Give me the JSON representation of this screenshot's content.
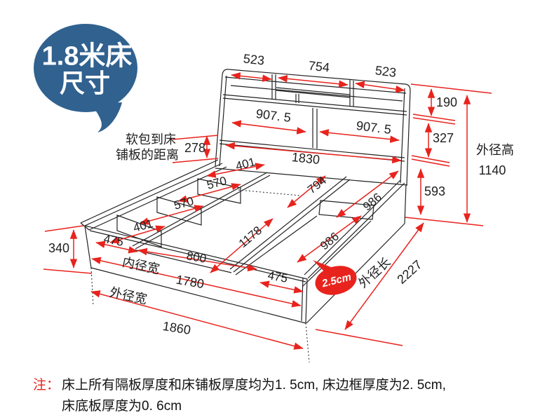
{
  "bubble": {
    "title": "1.8米床",
    "subtitle": "尺寸"
  },
  "diagram": {
    "headboard": {
      "shelf_top_left": "523",
      "shelf_top_mid": "754",
      "shelf_top_right": "523",
      "shelf_mid_left": "907. 5",
      "shelf_mid_right": "907. 5",
      "overall_width": "1830",
      "height_top": "190",
      "height_mid": "327",
      "height_bottom": "593",
      "outer_height_label": "外径高",
      "outer_height": "1140",
      "softpack_line1": "软包到床",
      "softpack_line2": "铺板的距离",
      "softpack_dist": "278"
    },
    "base": {
      "left_row": [
        "401",
        "570",
        "570",
        "401"
      ],
      "front_row": [
        "475",
        "800",
        "475"
      ],
      "mid_width": "1178",
      "head_width": "794",
      "right_len_upper": "986",
      "right_len_lower": "986",
      "inner_width_label": "内径宽",
      "inner_width": "1780",
      "outer_width_label": "外径宽",
      "outer_width": "1860",
      "outer_length_label": "外径长",
      "outer_length": "2227",
      "side_height": "340",
      "frame_thickness_badge": "2.5cm"
    }
  },
  "note": {
    "prefix": "注：",
    "line1": "床上所有隔板厚度和床铺板厚度均为1. 5cm, 床边框厚度为2. 5cm,",
    "line2": "床底板厚度为0. 6cm"
  },
  "colors": {
    "red": "#e8231d",
    "blue": "#30618f"
  }
}
